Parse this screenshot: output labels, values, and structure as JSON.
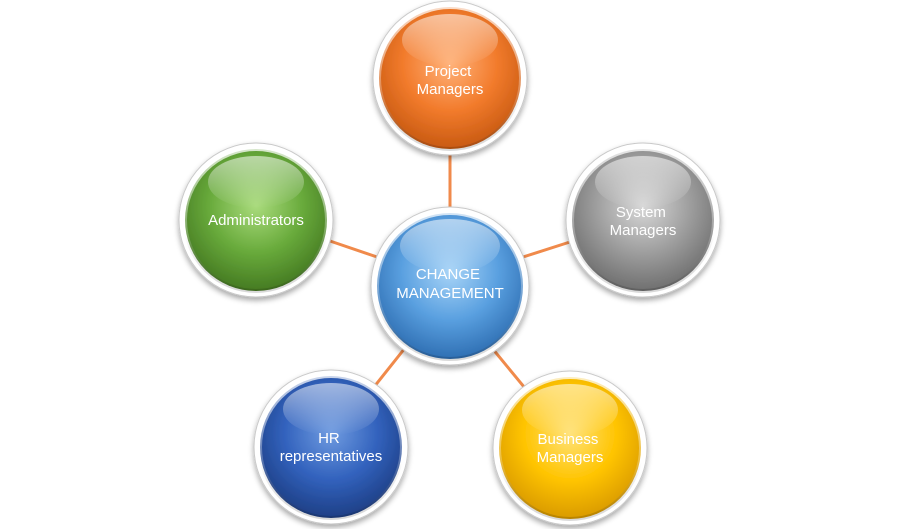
{
  "diagram": {
    "center": {
      "lines": [
        "CHANGE",
        "MANAGEMENT"
      ]
    },
    "nodes": [
      {
        "id": "project-managers",
        "lines": [
          "Project",
          "Managers"
        ],
        "color": "#f07a2c"
      },
      {
        "id": "system-managers",
        "lines": [
          "System",
          "Managers"
        ],
        "color": "#9a9a9a"
      },
      {
        "id": "business-managers",
        "lines": [
          "Business",
          "Managers"
        ],
        "color": "#ffc400"
      },
      {
        "id": "hr-representatives",
        "lines": [
          "HR",
          "representatives"
        ],
        "color": "#2f5fb8"
      },
      {
        "id": "administrators",
        "lines": [
          "Administrators"
        ],
        "color": "#66a83a"
      }
    ],
    "colors": {
      "center": "#4f97dc",
      "connector": "#f08a4b"
    }
  }
}
